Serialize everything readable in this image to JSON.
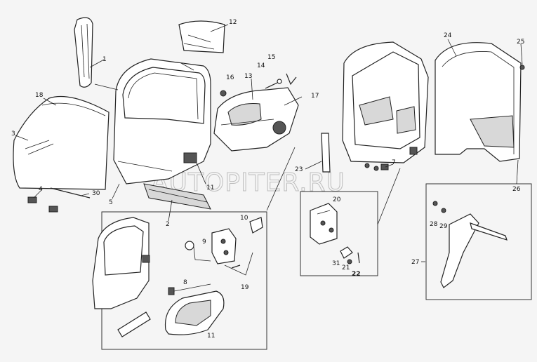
{
  "watermark": "AUTOPITER.RU",
  "callouts": {
    "c1": "1",
    "c2": "2",
    "c3": "3",
    "c4": "4",
    "c5": "5",
    "c7": "7",
    "c8": "8",
    "c9": "9",
    "c10": "10",
    "c11a": "11",
    "c11b": "11",
    "c12": "12",
    "c13": "13",
    "c14": "14",
    "c15": "15",
    "c16": "16",
    "c17": "17",
    "c18": "18",
    "c19": "19",
    "c20": "20",
    "c21": "21",
    "c22": "22",
    "c23": "23",
    "c24": "24",
    "c25": "25",
    "c26": "26",
    "c27": "27",
    "c28": "28",
    "c29": "29",
    "c30": "30",
    "c31": "31"
  }
}
